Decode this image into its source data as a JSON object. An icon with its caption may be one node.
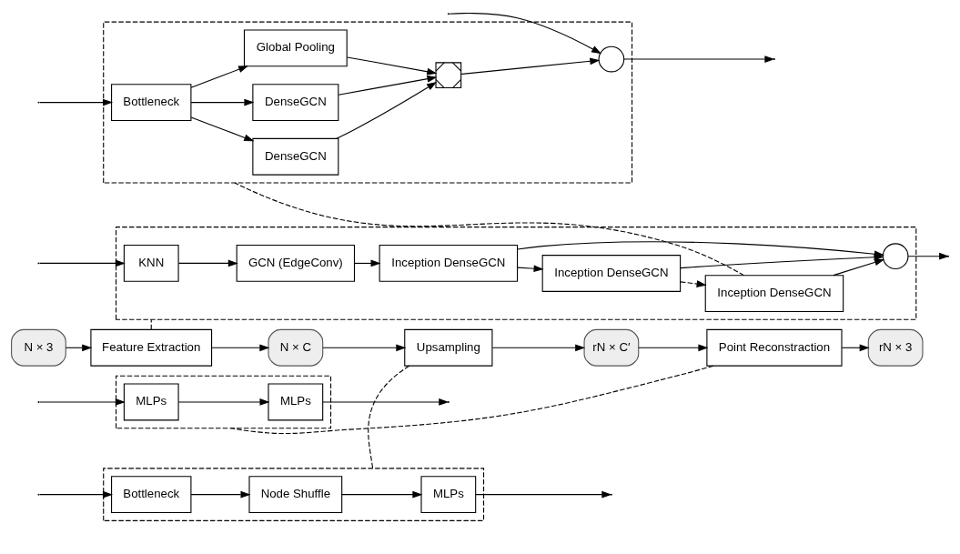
{
  "diagram": {
    "nodes": [
      {
        "text": [
          "N × 3"
        ]
      },
      {
        "text": [
          "Feature Extraction"
        ]
      },
      {
        "text": [
          "N × C"
        ]
      },
      {
        "text": [
          "Upsampling"
        ]
      },
      {
        "text": [
          "rN × C′"
        ]
      },
      {
        "text": [
          "Point Reconstraction"
        ]
      },
      {
        "text": [
          "rN × 3"
        ]
      },
      {
        "text": [],
        "shape": "box"
      },
      {
        "text": [
          "Bottleneck"
        ],
        "in": 7
      },
      {
        "text": [
          "Node Shuffle"
        ],
        "in": 7
      },
      {
        "text": [
          "MLPs"
        ],
        "in": 7
      },
      {
        "text": [],
        "shape": "box"
      },
      {
        "text": [
          "MLPs"
        ],
        "in": 11
      },
      {
        "text": [
          "MLPs"
        ],
        "in": 11
      },
      {
        "text": [],
        "shape": "box"
      },
      {
        "text": [
          "KNN"
        ],
        "in": 14
      },
      {
        "text": [
          "GCN (EdgeConv)"
        ],
        "in": 14
      },
      {
        "text": [
          "Inception DenseGCN"
        ],
        "in": 14
      },
      {
        "text": [
          "Inception DenseGCN"
        ],
        "in": 14
      },
      {
        "text": [
          "Inception DenseGCN"
        ],
        "in": 14
      },
      {
        "text": [],
        "shape": "circle",
        "in": 14
      },
      {
        "text": [],
        "shape": "box"
      },
      {
        "text": [
          "Bottleneck"
        ],
        "in": 21
      },
      {
        "text": [
          "DenseGCN"
        ],
        "in": 21
      },
      {
        "text": [
          "DenseGCN"
        ],
        "in": 21
      },
      {
        "text": [
          "Global Pooling"
        ],
        "in": 21
      },
      {
        "text": [],
        "shape": "bowtie",
        "in": 21
      },
      {
        "text": [],
        "shape": "circle",
        "in": 21
      }
    ],
    "edges": [
      {
        "from": 0,
        "to": 1,
        "arrow": "to"
      },
      {
        "from": 1,
        "to": 2,
        "arrow": "to"
      },
      {
        "from": 2,
        "to": 3,
        "arrow": "to"
      },
      {
        "from": 3,
        "to": 4,
        "arrow": "to"
      },
      {
        "from": 4,
        "to": 5,
        "arrow": "to"
      },
      {
        "from": 5,
        "to": 6,
        "arrow": "to"
      },
      {
        "from": 3,
        "to": 7,
        "arrow": "none",
        "style": "dashed"
      },
      {
        "from": 5,
        "to": 11,
        "arrow": "none",
        "style": "dashed"
      },
      {
        "from": 1,
        "to": 14,
        "arrow": "none",
        "style": "dashed"
      },
      {
        "from": 19,
        "to": 21,
        "arrow": "none",
        "style": "dashed"
      },
      {
        "from": null,
        "to": 8,
        "arrow": "to"
      },
      {
        "from": 8,
        "to": 9,
        "arrow": "to"
      },
      {
        "from": 9,
        "to": 10,
        "arrow": "to"
      },
      {
        "from": 10,
        "to": null,
        "arrow": "to"
      },
      {
        "from": null,
        "to": 12,
        "arrow": "to"
      },
      {
        "from": 12,
        "to": 13,
        "arrow": "to"
      },
      {
        "from": 13,
        "to": null,
        "arrow": "to"
      },
      {
        "from": null,
        "to": 15,
        "arrow": "to"
      },
      {
        "from": 15,
        "to": 16,
        "arrow": "to"
      },
      {
        "from": 16,
        "to": 17,
        "arrow": "to"
      },
      {
        "from": 17,
        "to": 18,
        "arrow": "to"
      },
      {
        "from": 18,
        "to": 19,
        "arrow": "to",
        "style": "dashed"
      },
      {
        "from": 19,
        "to": 20,
        "arrow": "to"
      },
      {
        "from": 18,
        "to": 20,
        "arrow": "to"
      },
      {
        "from": 17,
        "to": 20,
        "arrow": "to"
      },
      {
        "from": 20,
        "to": null,
        "arrow": "to"
      },
      {
        "from": null,
        "to": 22,
        "arrow": "to"
      },
      {
        "from": 22,
        "to": 23,
        "arrow": "to"
      },
      {
        "from": 22,
        "to": 24,
        "arrow": "to"
      },
      {
        "from": 22,
        "to": 25,
        "arrow": "to"
      },
      {
        "from": 23,
        "to": 26,
        "arrow": "to"
      },
      {
        "from": 24,
        "to": 26,
        "arrow": "to"
      },
      {
        "from": 25,
        "to": 26,
        "arrow": "to"
      },
      {
        "from": 26,
        "to": 27,
        "arrow": "to"
      },
      {
        "from": null,
        "to": 27,
        "arrow": "to"
      },
      {
        "from": 27,
        "to": null,
        "arrow": "to"
      }
    ]
  }
}
